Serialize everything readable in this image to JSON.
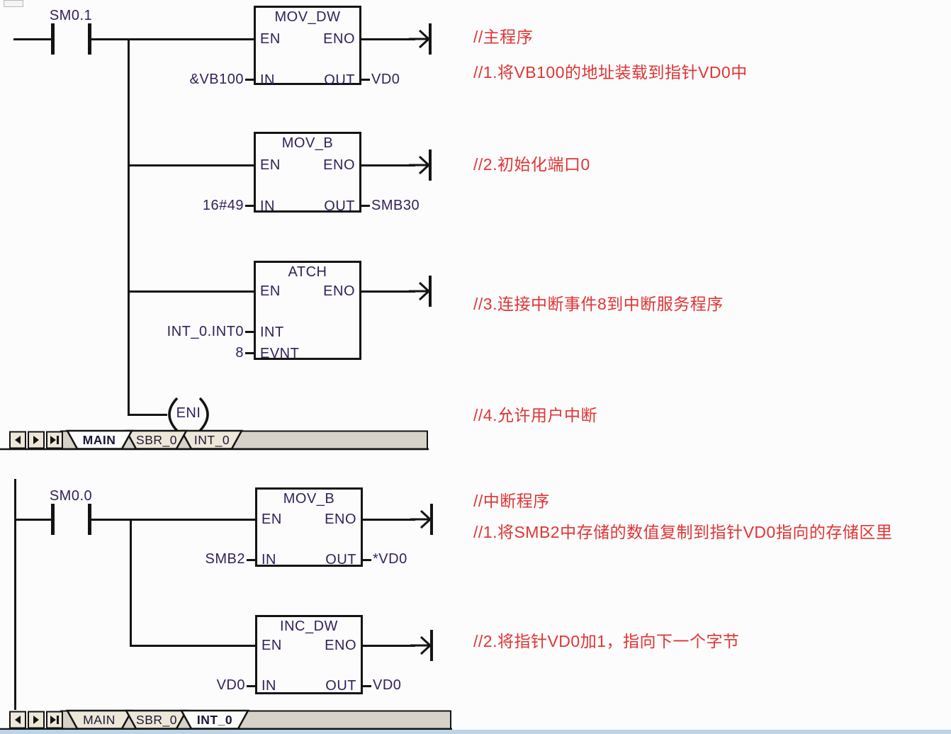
{
  "colors": {
    "wire": "#141414",
    "ladder_text": "#32215a",
    "constant_text": "#97851c",
    "comment_text": "#e03434",
    "tab_beige": "#ece7d8",
    "tab_gray": "#d6d2c9",
    "bottom_strip_blue": "#bcd4e6"
  },
  "main_program": {
    "contact_label": "SM0.1",
    "blocks": [
      {
        "title": "MOV_DW",
        "en": "EN",
        "eno": "ENO",
        "pins_in": [
          {
            "name": "IN",
            "value": "&VB100"
          }
        ],
        "pins_out": [
          {
            "name": "OUT",
            "value": "VD0"
          }
        ]
      },
      {
        "title": "MOV_B",
        "en": "EN",
        "eno": "ENO",
        "pins_in": [
          {
            "name": "IN",
            "value": "16#49"
          }
        ],
        "pins_out": [
          {
            "name": "OUT",
            "value": "SMB30"
          }
        ]
      },
      {
        "title": "ATCH",
        "en": "EN",
        "eno": "ENO",
        "pins_in": [
          {
            "name": "INT",
            "value": "INT_0.INT0"
          },
          {
            "name": "EVNT",
            "value": "8"
          }
        ],
        "pins_out": []
      }
    ],
    "coil_label": "ENI",
    "comments": [
      "//主程序",
      "//1.将VB100的地址装载到指针VD0中",
      "//2.初始化端口0",
      "//3.连接中断事件8到中断服务程序",
      "//4.允许用户中断"
    ]
  },
  "interrupt_program": {
    "contact_label": "SM0.0",
    "blocks": [
      {
        "title": "MOV_B",
        "en": "EN",
        "eno": "ENO",
        "pins_in": [
          {
            "name": "IN",
            "value": "SMB2"
          }
        ],
        "pins_out": [
          {
            "name": "OUT",
            "value": "*VD0"
          }
        ]
      },
      {
        "title": "INC_DW",
        "en": "EN",
        "eno": "ENO",
        "pins_in": [
          {
            "name": "IN",
            "value": "VD0"
          }
        ],
        "pins_out": [
          {
            "name": "OUT",
            "value": "VD0"
          }
        ]
      }
    ],
    "comments": [
      "//中断程序",
      "//1.将SMB2中存储的数值复制到指针VD0指向的存储区里",
      "//2.将指针VD0加1，指向下一个字节"
    ]
  },
  "tab_bars": {
    "top": {
      "tabs": [
        {
          "label": "MAIN"
        },
        {
          "label": "SBR_0"
        },
        {
          "label": "INT_0"
        }
      ],
      "active": "MAIN"
    },
    "bottom": {
      "tabs": [
        {
          "label": "MAIN"
        },
        {
          "label": "SBR_0"
        },
        {
          "label": "INT_0"
        }
      ],
      "active": "INT_0"
    }
  }
}
